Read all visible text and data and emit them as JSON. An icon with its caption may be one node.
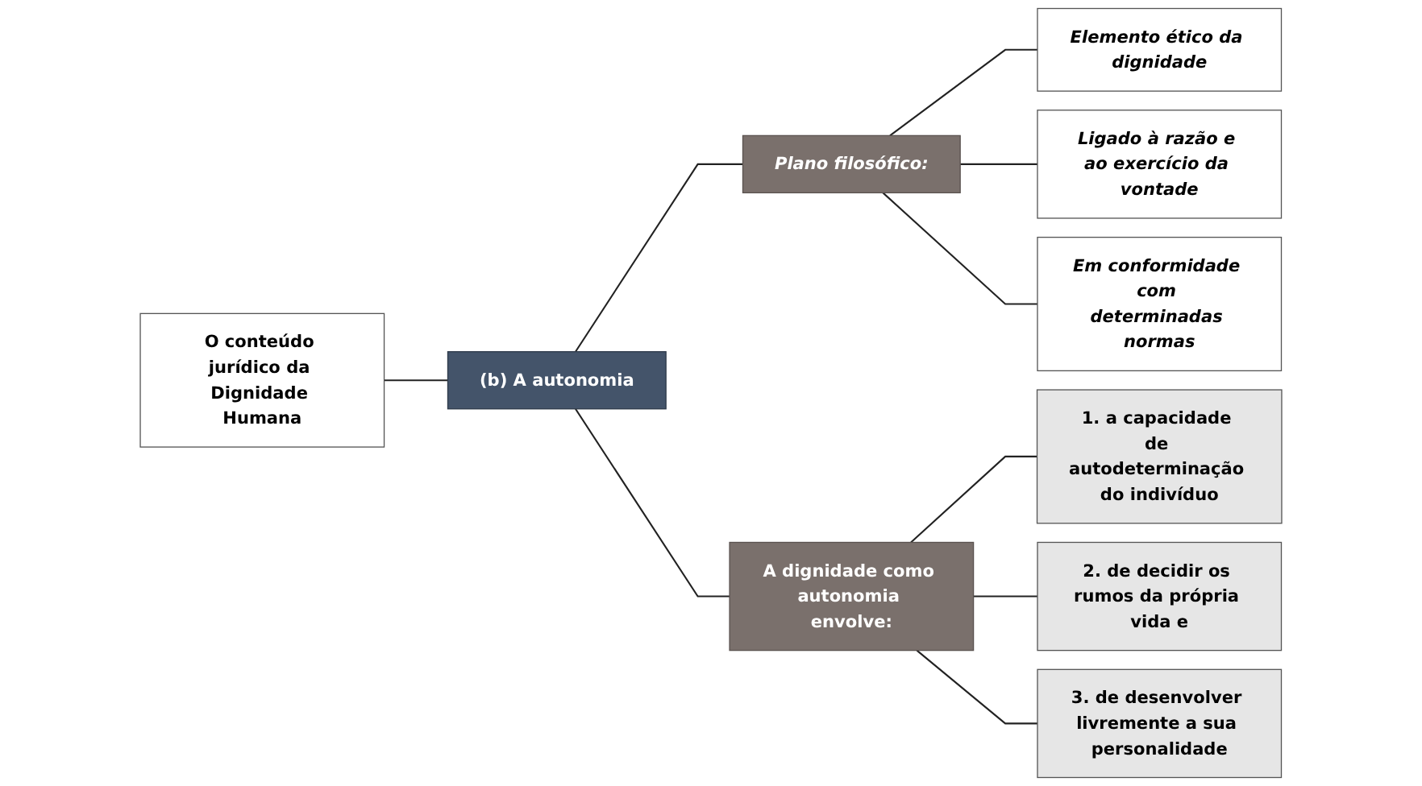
{
  "diagram": {
    "nodes": [
      {
        "text": [
          "O conteúdo jurídico da Dignidade Humana"
        ]
      },
      {
        "text": [
          "(b) A autonomia"
        ]
      },
      {
        "text": [
          "Plano filosófico:"
        ]
      },
      {
        "text": [
          "A dignidade como autonomia envolve:"
        ]
      },
      {
        "text": [
          "Elemento ético da dignidade"
        ]
      },
      {
        "text": [
          "Ligado à razão e ao exercício da vontade"
        ]
      },
      {
        "text": [
          "Em conformidade com determinadas normas"
        ]
      },
      {
        "text": [
          "1. a capacidade de autodeterminação do indivíduo"
        ]
      },
      {
        "text": [
          "2. de decidir os rumos da própria vida e"
        ]
      },
      {
        "text": [
          "3. de desenvolver livremente a sua personalidade"
        ]
      }
    ],
    "edges": [
      {
        "from": 0,
        "to": 1,
        "arrow": "none"
      },
      {
        "from": 1,
        "to": 2,
        "arrow": "none"
      },
      {
        "from": 1,
        "to": 3,
        "arrow": "none"
      },
      {
        "from": 2,
        "to": 4,
        "arrow": "none"
      },
      {
        "from": 2,
        "to": 5,
        "arrow": "none"
      },
      {
        "from": 2,
        "to": 6,
        "arrow": "none"
      },
      {
        "from": 3,
        "to": 7,
        "arrow": "none"
      },
      {
        "from": 3,
        "to": 8,
        "arrow": "none"
      },
      {
        "from": 3,
        "to": 9,
        "arrow": "none"
      }
    ]
  }
}
